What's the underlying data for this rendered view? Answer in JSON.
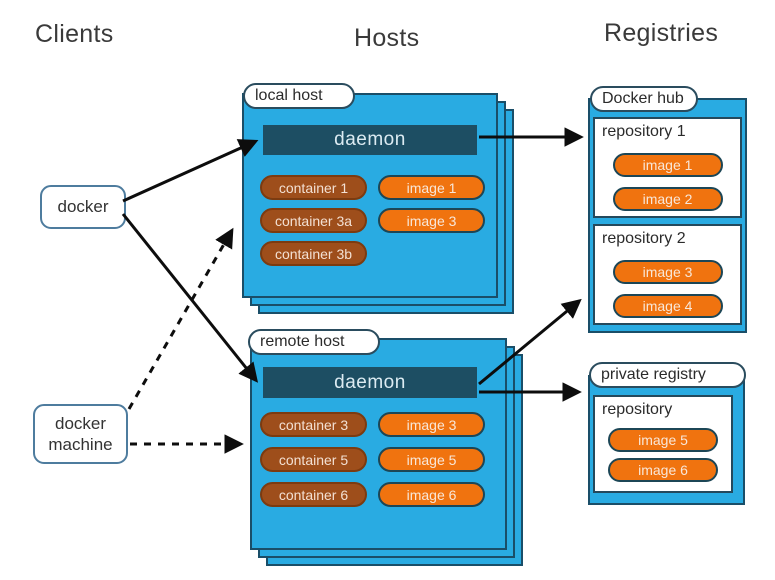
{
  "headers": {
    "clients": "Clients",
    "hosts": "Hosts",
    "registries": "Registries"
  },
  "clients": {
    "docker_label": "docker",
    "docker_machine_label": "docker machine"
  },
  "hosts": [
    {
      "label": "local host",
      "daemon_label": "daemon",
      "containers": [
        "container 1",
        "container 3a",
        "container 3b"
      ],
      "images": [
        "image 1",
        "image 3"
      ]
    },
    {
      "label": "remote host",
      "daemon_label": "daemon",
      "containers": [
        "container 3",
        "container 5",
        "container 6"
      ],
      "images": [
        "image 3",
        "image 5",
        "image 6"
      ]
    }
  ],
  "registries": [
    {
      "label": "Docker hub",
      "repositories": [
        {
          "label": "repository 1",
          "images": [
            "image 1",
            "image 2"
          ]
        },
        {
          "label": "repository 2",
          "images": [
            "image 3",
            "image 4"
          ]
        }
      ]
    },
    {
      "label": "private registry",
      "repositories": [
        {
          "label": "repository",
          "images": [
            "image 5",
            "image 6"
          ]
        }
      ]
    }
  ],
  "connections": [
    {
      "from": "docker",
      "to": "local host daemon",
      "style": "solid"
    },
    {
      "from": "docker",
      "to": "remote host daemon",
      "style": "solid"
    },
    {
      "from": "docker machine",
      "to": "local host",
      "style": "dashed"
    },
    {
      "from": "docker machine",
      "to": "remote host",
      "style": "dashed"
    },
    {
      "from": "local host daemon",
      "to": "repository 1",
      "style": "solid"
    },
    {
      "from": "remote host daemon",
      "to": "repository 2",
      "style": "solid"
    },
    {
      "from": "remote host daemon",
      "to": "private registry",
      "style": "solid"
    }
  ],
  "colors": {
    "host_fill": "#29abe2",
    "daemon_fill": "#1d4e63",
    "container_fill": "#9e4e1b",
    "image_fill": "#f0730f",
    "box_border": "#1a4e68",
    "client_border": "#4e7c9e",
    "arrow": "#0d0d0d"
  }
}
